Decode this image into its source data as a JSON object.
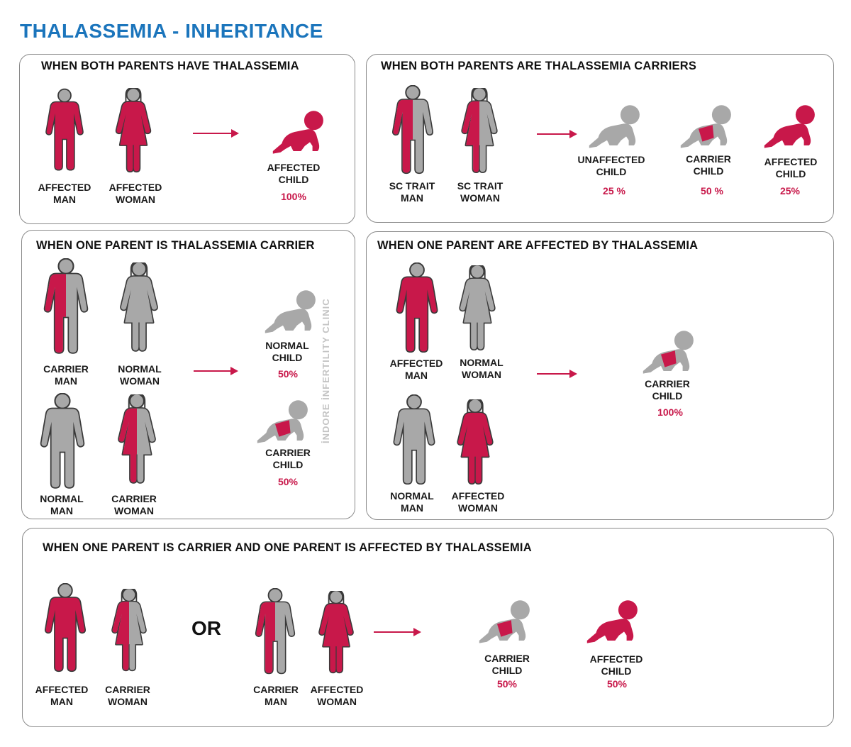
{
  "title": "THALASSEMIA - INHERITANCE",
  "colors": {
    "affected": "#c8184a",
    "normal": "#a8a8a8",
    "title": "#1b75bc"
  },
  "watermark": "İNDORE İNFERTILITY CLINIC",
  "panels": [
    {
      "title": "WHEN BOTH PARENTS HAVE THALASSEMIA",
      "parents": [
        {
          "line1": "AFFECTED",
          "line2": "MAN"
        },
        {
          "line1": "AFFECTED",
          "line2": "WOMAN"
        }
      ],
      "children": [
        {
          "line1": "AFFECTED",
          "line2": "CHILD",
          "pct": "100%"
        }
      ]
    },
    {
      "title": "WHEN BOTH PARENTS ARE THALASSEMIA CARRIERS",
      "parents": [
        {
          "line1": "SC TRAIT",
          "line2": "MAN"
        },
        {
          "line1": "SC TRAIT",
          "line2": "WOMAN"
        }
      ],
      "children": [
        {
          "line1": "UNAFFECTED",
          "line2": "CHILD",
          "pct": "25 %"
        },
        {
          "line1": "CARRIER",
          "line2": "CHILD",
          "pct": "50 %"
        },
        {
          "line1": "AFFECTED",
          "line2": "CHILD",
          "pct": "25%"
        }
      ]
    },
    {
      "title": "WHEN ONE PARENT IS THALASSEMIA CARRIER",
      "parents": [
        {
          "line1": "CARRIER",
          "line2": "MAN"
        },
        {
          "line1": "NORMAL",
          "line2": "WOMAN"
        },
        {
          "line1": "NORMAL",
          "line2": "MAN"
        },
        {
          "line1": "CARRIER",
          "line2": "WOMAN"
        }
      ],
      "children": [
        {
          "line1": "NORMAL",
          "line2": "CHILD",
          "pct": "50%"
        },
        {
          "line1": "CARRIER",
          "line2": "CHILD",
          "pct": "50%"
        }
      ]
    },
    {
      "title": "WHEN ONE PARENT ARE AFFECTED BY THALASSEMIA",
      "parents": [
        {
          "line1": "AFFECTED",
          "line2": "MAN"
        },
        {
          "line1": "NORMAL",
          "line2": "WOMAN"
        },
        {
          "line1": "NORMAL",
          "line2": "MAN"
        },
        {
          "line1": "AFFECTED",
          "line2": "WOMAN"
        }
      ],
      "children": [
        {
          "line1": "CARRIER",
          "line2": "CHILD",
          "pct": "100%"
        }
      ]
    },
    {
      "title": "WHEN ONE PARENT IS CARRIER AND ONE PARENT IS AFFECTED BY THALASSEMIA",
      "or": "OR",
      "parents": [
        {
          "line1": "AFFECTED",
          "line2": "MAN"
        },
        {
          "line1": "CARRIER",
          "line2": "WOMAN"
        },
        {
          "line1": "CARRIER",
          "line2": "MAN"
        },
        {
          "line1": "AFFECTED",
          "line2": "WOMAN"
        }
      ],
      "children": [
        {
          "line1": "CARRIER",
          "line2": "CHILD",
          "pct": "50%"
        },
        {
          "line1": "AFFECTED",
          "line2": "CHILD",
          "pct": "50%"
        }
      ]
    }
  ]
}
